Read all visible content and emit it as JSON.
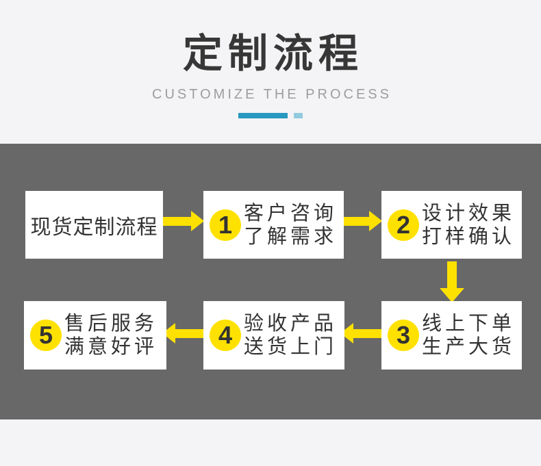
{
  "header": {
    "title": "定制流程",
    "subtitle": "CUSTOMIZE THE PROCESS"
  },
  "flow": {
    "intro_label": "现货定制流程",
    "steps": [
      {
        "number": "1",
        "line1": "客户咨询",
        "line2": "了解需求"
      },
      {
        "number": "2",
        "line1": "设计效果",
        "line2": "打样确认"
      },
      {
        "number": "3",
        "line1": "线上下单",
        "line2": "生产大货"
      },
      {
        "number": "4",
        "line1": "验收产品",
        "line2": "送货上门"
      },
      {
        "number": "5",
        "line1": "售后服务",
        "line2": "满意好评"
      }
    ],
    "arrows": [
      {
        "from": "intro",
        "to": "step-1",
        "direction": "right"
      },
      {
        "from": "step-1",
        "to": "step-2",
        "direction": "right"
      },
      {
        "from": "step-2",
        "to": "step-3",
        "direction": "down"
      },
      {
        "from": "step-3",
        "to": "step-4",
        "direction": "left"
      },
      {
        "from": "step-4",
        "to": "step-5",
        "direction": "left"
      }
    ]
  },
  "colors": {
    "accent_yellow": "#ffe100",
    "band_gray": "#686868",
    "page_background": "#f4f4f6",
    "box_white": "#ffffff",
    "text_dark": "#333333",
    "title_dark": "#373737",
    "subtitle_gray": "#9d9d9d",
    "underline_teal": "#2798bf",
    "underline_light_blue": "#92cbdf"
  }
}
